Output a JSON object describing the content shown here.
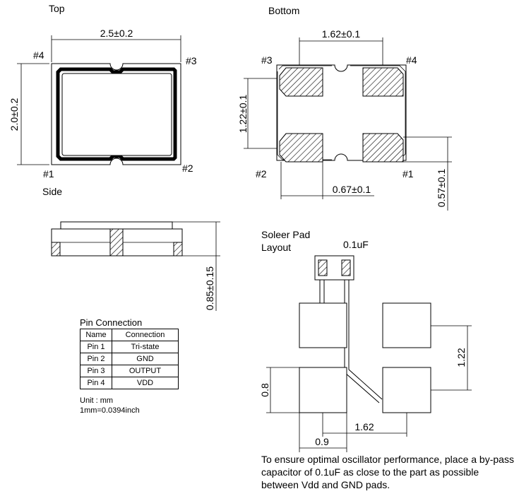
{
  "views": {
    "top": "Top",
    "bottom": "Bottom",
    "side": "Side",
    "pad_layout": "Soleer Pad\nLayout"
  },
  "top_view": {
    "pin1": "#1",
    "pin2": "#2",
    "pin3": "#3",
    "pin4": "#4",
    "dim_width": "2.5±0.2",
    "dim_height": "2.0±0.2"
  },
  "bottom_view": {
    "pin1": "#1",
    "pin2": "#2",
    "pin3": "#3",
    "pin4": "#4",
    "dim_pad_pitch": "1.62±0.1",
    "dim_pad_vpitch": "1.22±0.1",
    "dim_pad_width": "0.67±0.1",
    "dim_pad_height": "0.57±0.1"
  },
  "side_view": {
    "dim_thickness": "0.85±0.15"
  },
  "pad_layout": {
    "capacitor": "0.1uF",
    "dim_vpitch": "1.22",
    "dim_pad_height": "0.8",
    "dim_hpitch": "1.62",
    "dim_pad_width": "0.9"
  },
  "pin_connection": {
    "title": "Pin Connection",
    "headers": [
      "Name",
      "Connection"
    ],
    "rows": [
      [
        "Pin 1",
        "Tri-state"
      ],
      [
        "Pin 2",
        "GND"
      ],
      [
        "Pin 3",
        "OUTPUT"
      ],
      [
        "Pin 4",
        "VDD"
      ]
    ]
  },
  "units": {
    "unit": "Unit : mm",
    "conversion": "1mm=0.0394inch"
  },
  "note": "To ensure optimal oscillator performance, place a by-pass capacitor of 0.1uF as close to the part as possible between Vdd and GND pads."
}
